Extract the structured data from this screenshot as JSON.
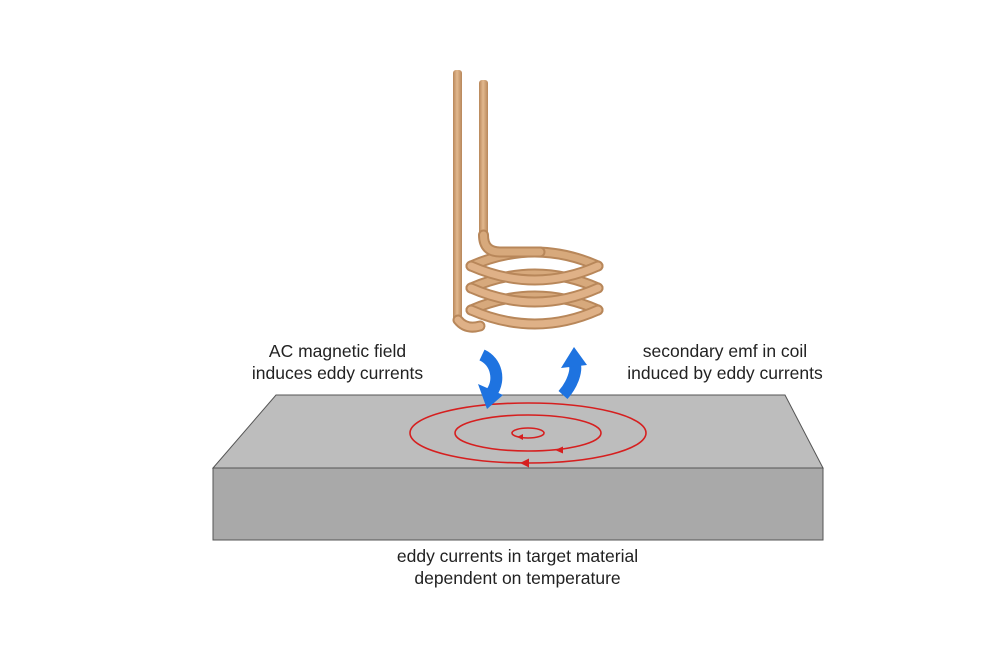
{
  "labels": {
    "left": {
      "line1": "AC magnetic field",
      "line2": "induces eddy currents"
    },
    "right": {
      "line1": "secondary emf in coil",
      "line2": "induced by eddy currents"
    },
    "bottom": {
      "line1": "eddy currents in target material",
      "line2": "dependent on temperature"
    }
  },
  "components": {
    "coil": "induction-coil",
    "plate": "target-material-plate",
    "eddy_currents": "eddy-current-loops",
    "arrows": [
      "downward-field-arrow",
      "upward-emf-arrow"
    ]
  },
  "colors": {
    "coil": "#d7a97c",
    "coil_edge": "#b8875a",
    "plate_top": "#bdbdbd",
    "plate_front": "#a9a9a9",
    "plate_edge": "#555555",
    "eddy_current": "#d61f1f",
    "arrow": "#1e73e0"
  }
}
